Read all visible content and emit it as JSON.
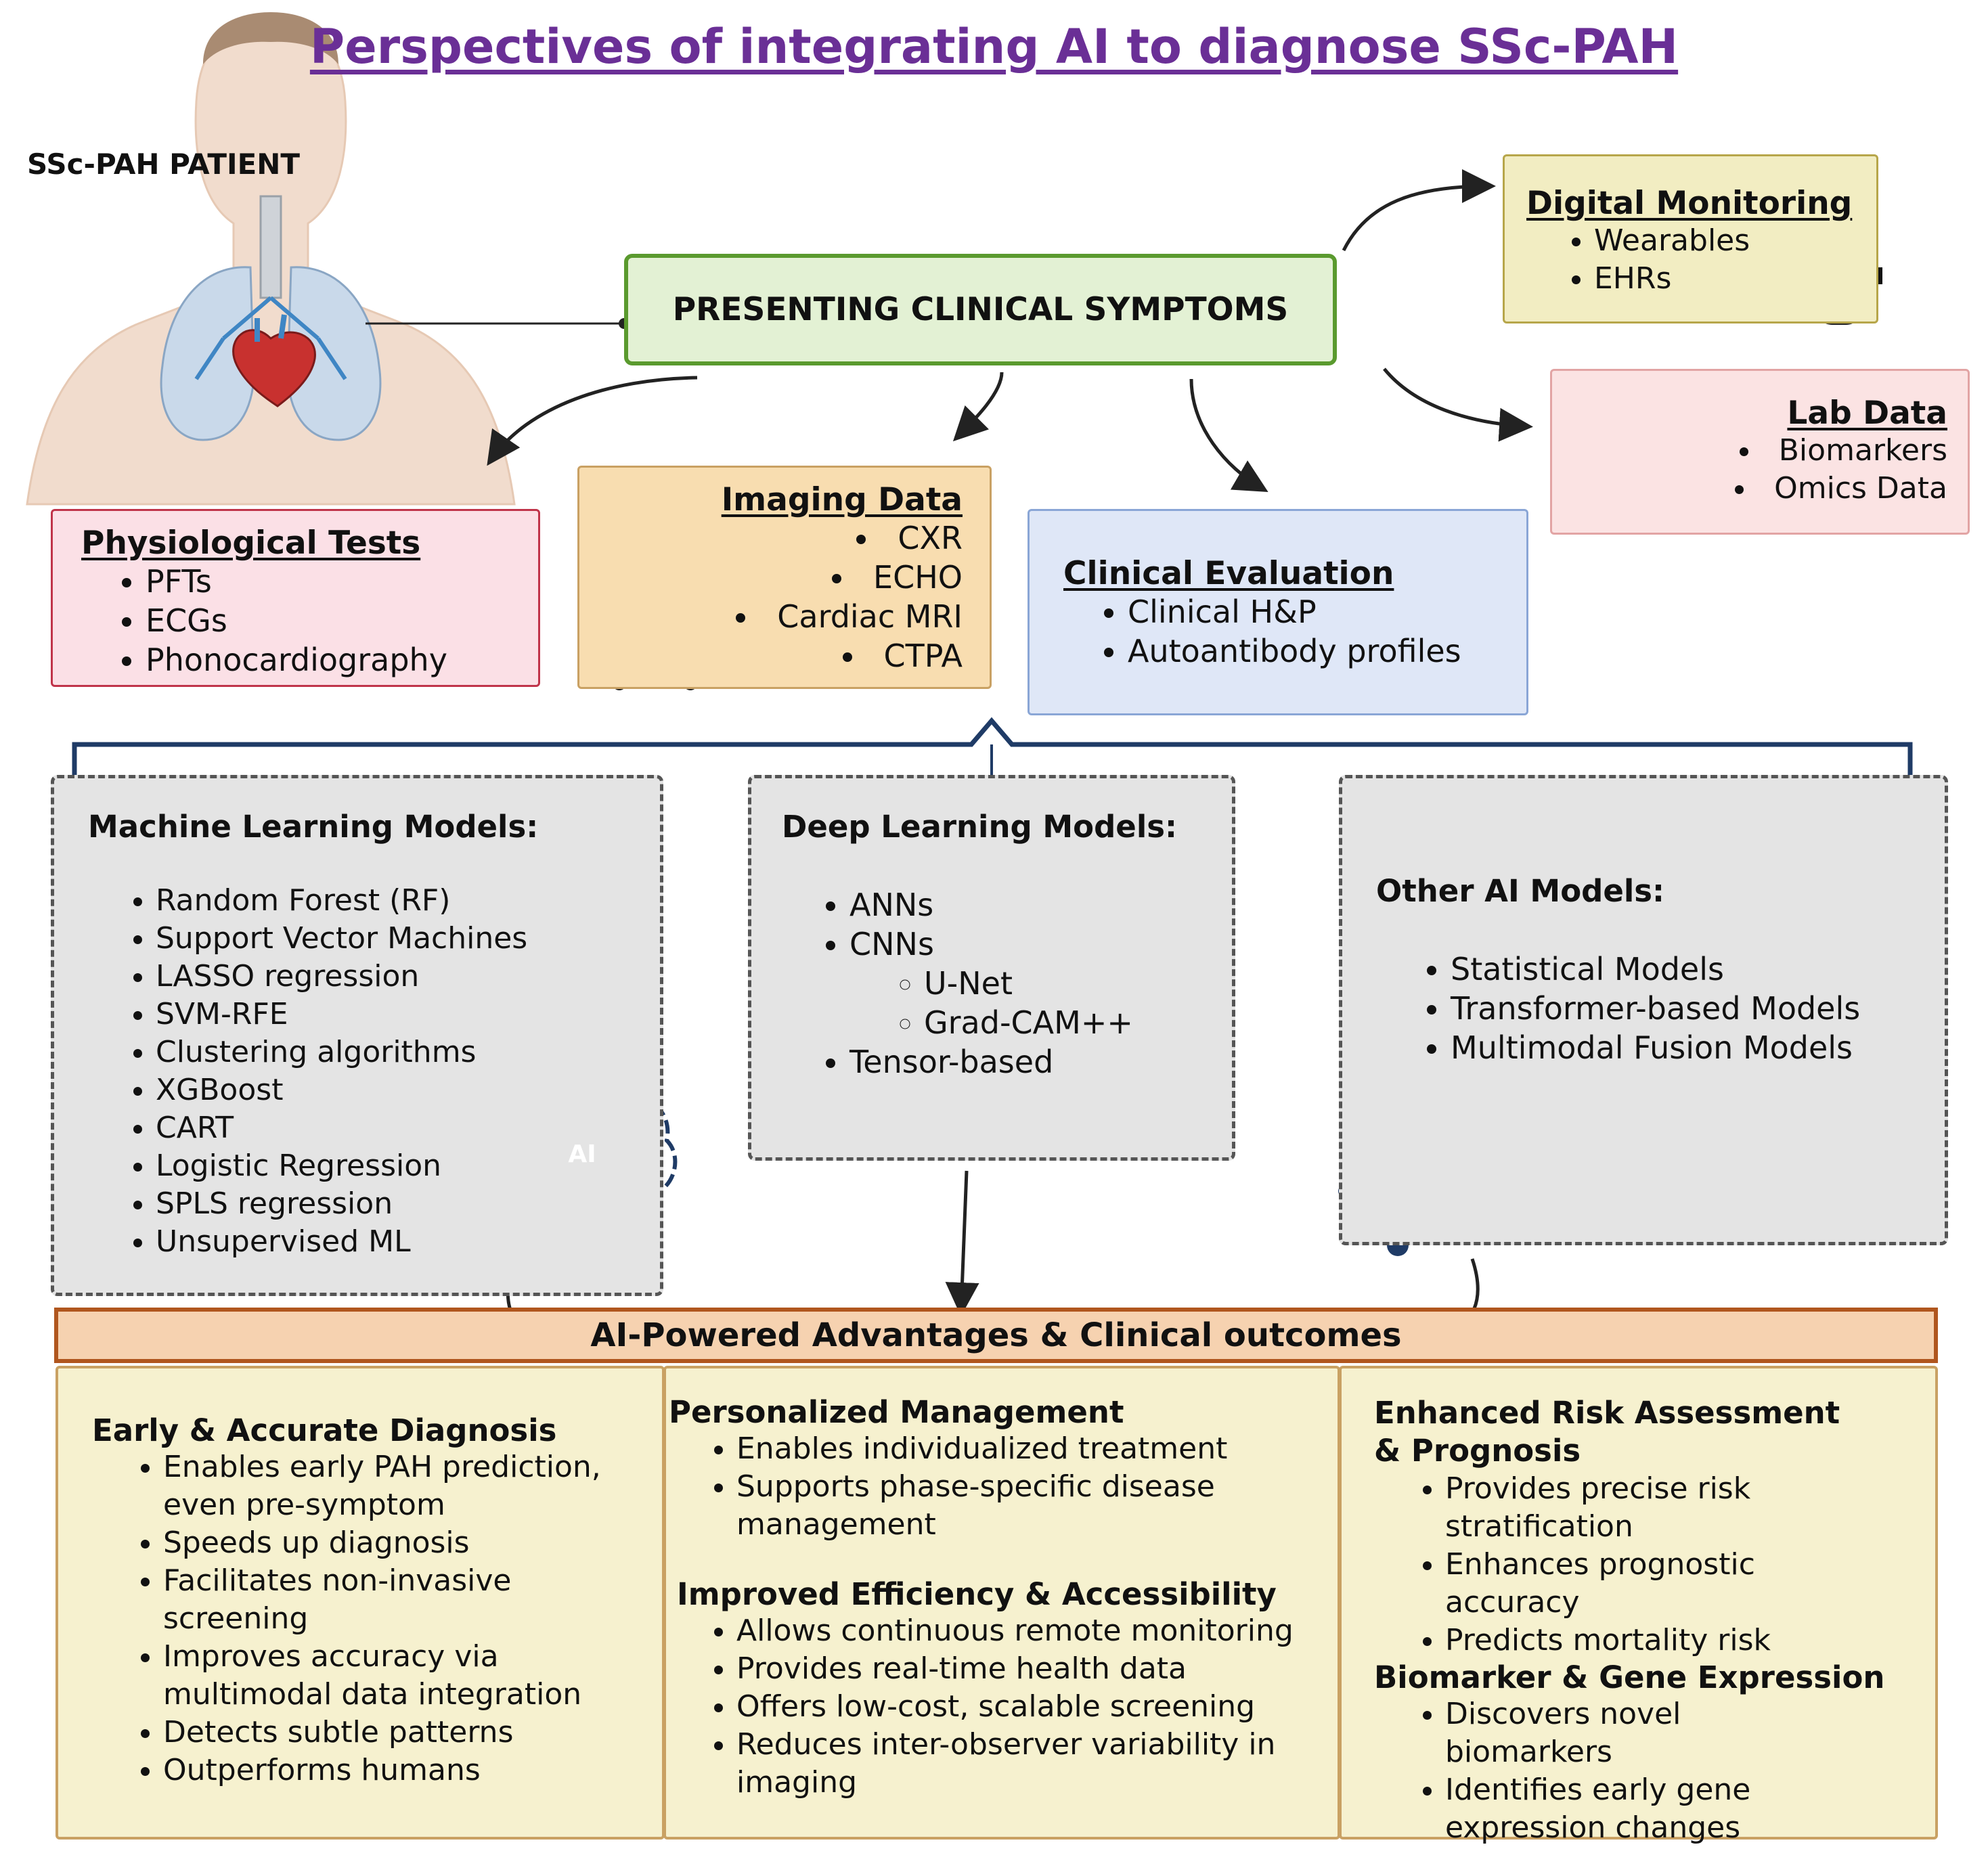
{
  "title": "Perspectives of integrating AI to diagnose SSc-PAH",
  "patient_label": "SSc-PAH PATIENT",
  "center_box": "PRESENTING CLINICAL SYMPTOMS",
  "digital_monitoring": {
    "title": "Digital Monitoring",
    "items": [
      "Wearables",
      "EHRs"
    ]
  },
  "lab_data": {
    "title": "Lab Data",
    "items": [
      "Biomarkers",
      "Omics Data"
    ]
  },
  "physiological_tests": {
    "title": "Physiological Tests",
    "items": [
      "PFTs",
      "ECGs",
      "Phonocardiography"
    ]
  },
  "imaging_data": {
    "title": "Imaging Data",
    "items": [
      "CXR",
      "ECHO",
      "Cardiac MRI",
      "CTPA"
    ]
  },
  "clinical_evaluation": {
    "title": "Clinical Evaluation",
    "items": [
      "Clinical H&P",
      "Autoantibody profiles"
    ]
  },
  "ml_models": {
    "title": "Machine Learning Models:",
    "items": [
      "Random Forest (RF)",
      "Support Vector Machines",
      "LASSO regression",
      "SVM-RFE",
      "Clustering algorithms",
      "XGBoost",
      "CART",
      "Logistic Regression",
      "SPLS regression",
      "Unsupervised ML"
    ],
    "badge": "AI"
  },
  "dl_models": {
    "title": "Deep Learning Models:",
    "items": [
      "ANNs",
      "CNNs"
    ],
    "sub_items": [
      "U-Net",
      "Grad-CAM++"
    ],
    "last_item": "Tensor-based"
  },
  "other_models": {
    "title": "Other AI Models:",
    "items": [
      "Statistical Models",
      "Transformer-based Models",
      "Multimodal Fusion Models"
    ]
  },
  "outcomes_banner": "AI-Powered Advantages & Clinical outcomes",
  "early_diagnosis": {
    "title": "Early & Accurate Diagnosis",
    "items": [
      "Enables early PAH prediction, even pre-symptom",
      "Speeds up diagnosis",
      "Facilitates non-invasive screening",
      "Improves accuracy via multimodal data integration",
      "Detects subtle patterns",
      "Outperforms humans"
    ]
  },
  "personalized": {
    "title": "Personalized Management",
    "items": [
      "Enables individualized treatment",
      "Supports phase-specific disease management"
    ]
  },
  "efficiency": {
    "title": "Improved Efficiency & Accessibility",
    "items": [
      "Allows continuous remote monitoring",
      "Provides real-time health data",
      "Offers low-cost, scalable screening",
      "Reduces inter-observer variability in imaging"
    ]
  },
  "risk": {
    "title": "Enhanced Risk Assessment & Prognosis",
    "items": [
      "Provides precise risk stratification",
      "Enhances prognostic accuracy",
      "Predicts mortality risk"
    ]
  },
  "biomarker": {
    "title": "Biomarker & Gene Expression",
    "items": [
      "Discovers novel  biomarkers",
      "Identifies early gene expression changes"
    ]
  },
  "colors": {
    "title": "#6a2f96",
    "center_fill": "#e3f1d4",
    "center_border": "#5a9a2e",
    "digital_fill": "#f2edc2",
    "lab_fill": "#fbe3e3",
    "phys_fill": "#fbe0e6",
    "phys_border": "#c0344a",
    "imaging_fill": "#f8ddb0",
    "clinical_fill": "#dfe7f7",
    "banner_fill": "#f6d2b0",
    "banner_border": "#b0561e",
    "outcome_fill": "#f6f1cf",
    "bracket": "#1f3b66"
  }
}
